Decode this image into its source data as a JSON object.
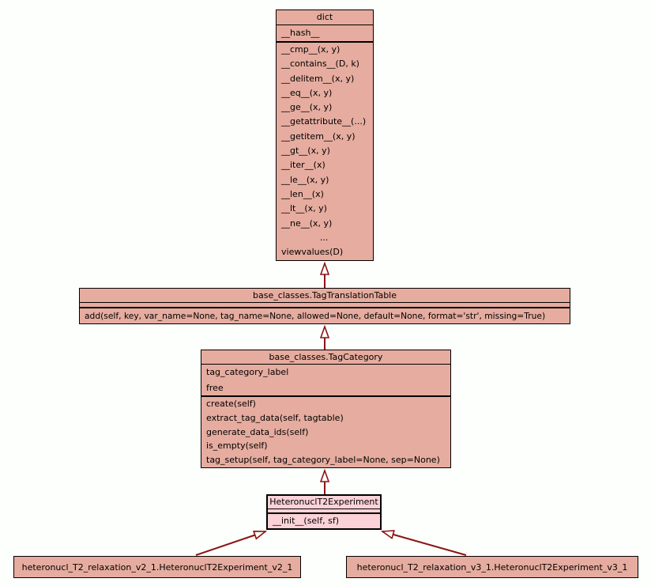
{
  "colors": {
    "background": "#fdfffd",
    "node_fill": "#e6ac9f",
    "highlight_fill": "#fbd2d8",
    "border": "#000000",
    "edge": "#8b1414"
  },
  "classes": {
    "dict": {
      "title": "dict",
      "attributes": [
        "__hash__"
      ],
      "methods": [
        "__cmp__(x, y)",
        "__contains__(D, k)",
        "__delitem__(x, y)",
        "__eq__(x, y)",
        "__ge__(x, y)",
        "__getattribute__(...)",
        "__getitem__(x, y)",
        "__gt__(x, y)",
        "__iter__(x)",
        "__le__(x, y)",
        "__len__(x)",
        "__lt__(x, y)",
        "__ne__(x, y)",
        "...",
        "viewvalues(D)"
      ]
    },
    "tag_translation_table": {
      "title": "base_classes.TagTranslationTable",
      "attributes": [],
      "methods": [
        "add(self, key, var_name=None, tag_name=None, allowed=None, default=None, format='str', missing=True)"
      ]
    },
    "tag_category": {
      "title": "base_classes.TagCategory",
      "attributes": [
        "tag_category_label",
        "free"
      ],
      "methods": [
        "create(self)",
        "extract_tag_data(self, tagtable)",
        "generate_data_ids(self)",
        "is_empty(self)",
        "tag_setup(self, tag_category_label=None, sep=None)"
      ]
    },
    "heteronucl_t2_experiment": {
      "title": "HeteronuclT2Experiment",
      "attributes": [],
      "methods": [
        "__init__(self, sf)"
      ]
    },
    "experiment_v2_1": {
      "title": "heteronucl_T2_relaxation_v2_1.HeteronuclT2Experiment_v2_1"
    },
    "experiment_v3_1": {
      "title": "heteronucl_T2_relaxation_v3_1.HeteronuclT2Experiment_v3_1"
    }
  },
  "edges": [
    {
      "from": "base_classes.TagTranslationTable",
      "to": "dict",
      "type": "inheritance"
    },
    {
      "from": "base_classes.TagCategory",
      "to": "base_classes.TagTranslationTable",
      "type": "inheritance"
    },
    {
      "from": "HeteronuclT2Experiment",
      "to": "base_classes.TagCategory",
      "type": "inheritance"
    },
    {
      "from": "heteronucl_T2_relaxation_v2_1.HeteronuclT2Experiment_v2_1",
      "to": "HeteronuclT2Experiment",
      "type": "inheritance"
    },
    {
      "from": "heteronucl_T2_relaxation_v3_1.HeteronuclT2Experiment_v3_1",
      "to": "HeteronuclT2Experiment",
      "type": "inheritance"
    }
  ]
}
